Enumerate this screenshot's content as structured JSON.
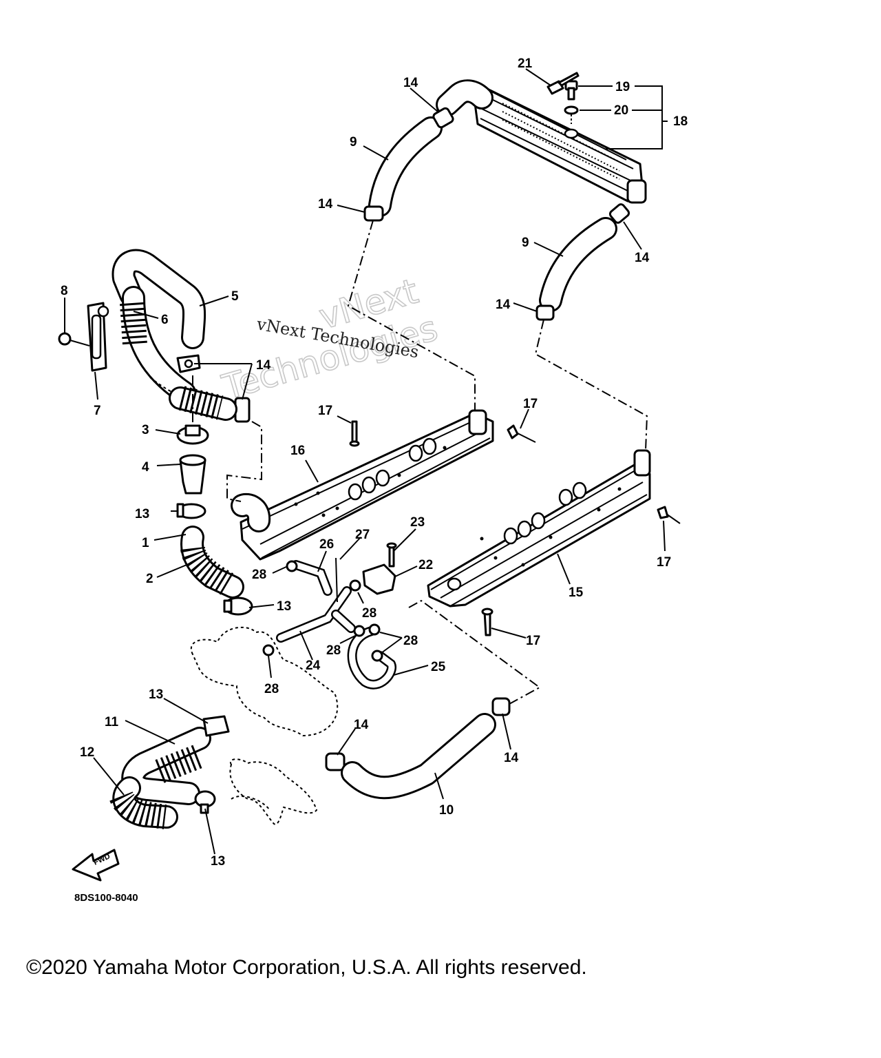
{
  "callouts": [
    "1",
    "2",
    "3",
    "4",
    "5",
    "6",
    "7",
    "8",
    "9",
    "10",
    "11",
    "12",
    "13",
    "14",
    "15",
    "16",
    "17",
    "18",
    "19",
    "20",
    "21",
    "22",
    "23",
    "24",
    "25",
    "26",
    "27",
    "28"
  ],
  "diagram_code": "8DS100-8040",
  "fwd_label": "FWD",
  "watermark": {
    "text": "vNext Technologies",
    "large_line1": "vNext",
    "large_line2": "Technologies"
  },
  "copyright": "©2020 Yamaha Motor Corporation, U.S.A. All rights reserved."
}
